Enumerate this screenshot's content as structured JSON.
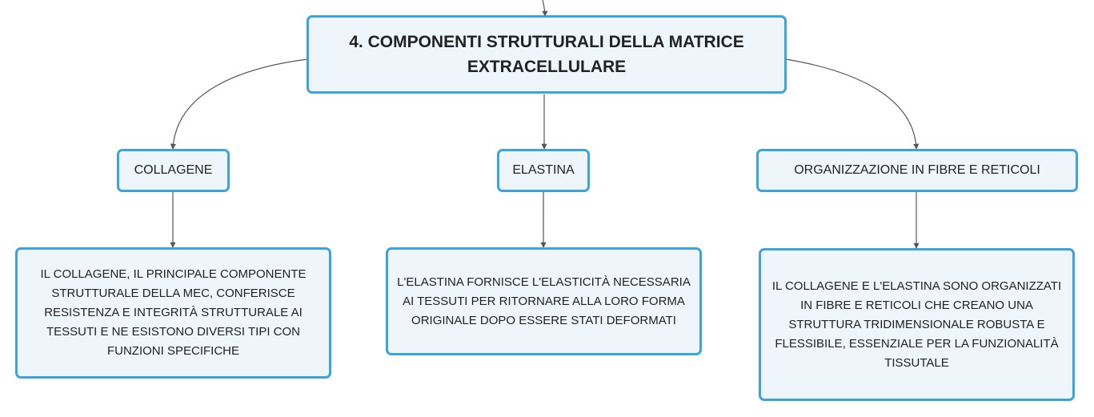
{
  "root": {
    "title": "4. COMPONENTI STRUTTURALI DELLA MATRICE EXTRACELLULARE"
  },
  "topics": [
    {
      "label": "COLLAGENE",
      "detail": "IL COLLAGENE, IL PRINCIPALE COMPONENTE STRUTTURALE DELLA MEC, CONFERISCE RESISTENZA E INTEGRITÀ STRUTTURALE AI TESSUTI E NE ESISTONO DIVERSI TIPI CON FUNZIONI SPECIFICHE"
    },
    {
      "label": "ELASTINA",
      "detail": "L'ELASTINA FORNISCE L'ELASTICITÀ NECESSARIA AI TESSUTI PER RITORNARE ALLA LORO FORMA ORIGINALE DOPO ESSERE STATI DEFORMATI"
    },
    {
      "label": "ORGANIZZAZIONE IN FIBRE E RETICOLI",
      "detail": "IL COLLAGENE E L'ELASTINA SONO ORGANIZZATI IN FIBRE E RETICOLI CHE CREANO UNA STRUTTURA TRIDIMENSIONALE ROBUSTA E FLESSIBILE, ESSENZIALE PER LA FUNZIONALITÀ TISSUTALE"
    }
  ],
  "colors": {
    "node_border": "#3ba3e0",
    "node_fill": "#eef6fc",
    "connector": "#555555"
  }
}
